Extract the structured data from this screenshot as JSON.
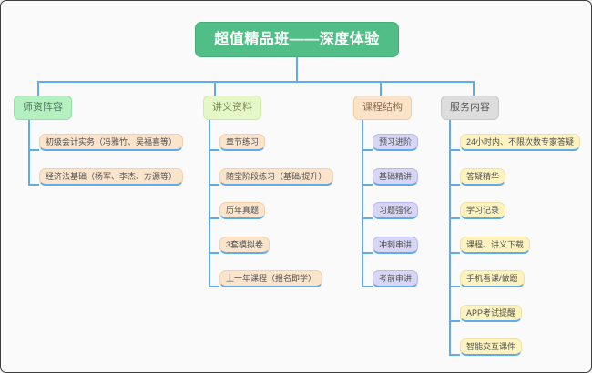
{
  "title": "超值精品班——深度体验",
  "colors": {
    "root_bg": "#52be87",
    "connector_line": "#60aaf0",
    "branch_faculty_bg": "#b5f0c0",
    "branch_materials_bg": "#e4f8c7",
    "branch_structure_bg": "#fbe3c9",
    "branch_services_bg": "#dddddd",
    "child_peach_bg": "#fbe4cc",
    "child_lavender_bg": "#d7d7f5",
    "child_yellow_bg": "#fcf3c0"
  },
  "branches": [
    {
      "label": "师资阵容",
      "children": [
        "初级会计实务（冯雅竹、吴福喜等）",
        "经济法基础（杨军、李杰、方源等）"
      ]
    },
    {
      "label": "讲义资料",
      "children": [
        "章节练习",
        "随堂阶段练习（基础/提升）",
        "历年真题",
        "3套模拟卷",
        "上一年课程（报名即学）"
      ]
    },
    {
      "label": "课程结构",
      "children": [
        "预习进阶",
        "基础精讲",
        "习题强化",
        "冲刺串讲",
        "考前串讲"
      ]
    },
    {
      "label": "服务内容",
      "children": [
        "24小时内、不限次数专家答疑",
        "答疑精华",
        "学习记录",
        "课程、讲义下载",
        "手机看课/做题",
        "APP考试提醒",
        "智能交互课件"
      ]
    }
  ]
}
